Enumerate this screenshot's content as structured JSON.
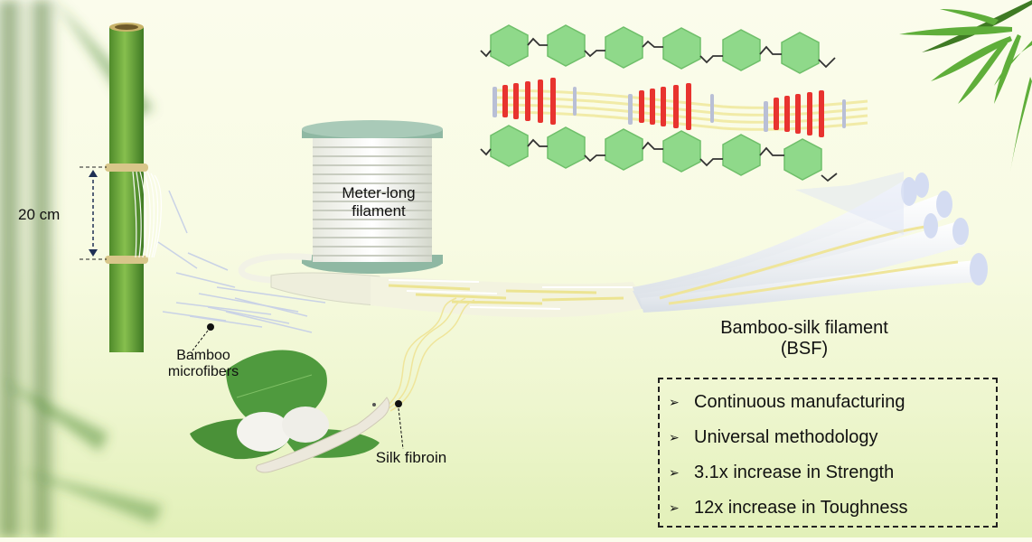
{
  "figure": {
    "title": "Bamboo-silk filament graphical abstract",
    "labels": {
      "bamboo_length": "20 cm",
      "spool": "Meter-long filament",
      "bamboo_microfibers": "Bamboo microfibers",
      "silk_fibroin": "Silk fibroin",
      "product_name": "Bamboo-silk filament",
      "product_abbr": "(BSF)"
    },
    "features": [
      {
        "icon": "arrowhead-bullet-icon",
        "text": "Continuous manufacturing"
      },
      {
        "icon": "arrowhead-bullet-icon",
        "text": "Universal methodology"
      },
      {
        "icon": "arrowhead-bullet-icon",
        "text": "3.1x increase in Strength"
      },
      {
        "icon": "arrowhead-bullet-icon",
        "text": "12x increase in Toughness"
      }
    ],
    "colors": {
      "leaf_green": "#5aa83a",
      "bamboo_green": "#6fa83c",
      "hexagon_green": "#8fd98a",
      "silk_yellow": "#f3eba0",
      "arrow_red": "#e8332f",
      "spool_teal": "#8fb8a3",
      "text": "#111111"
    }
  }
}
